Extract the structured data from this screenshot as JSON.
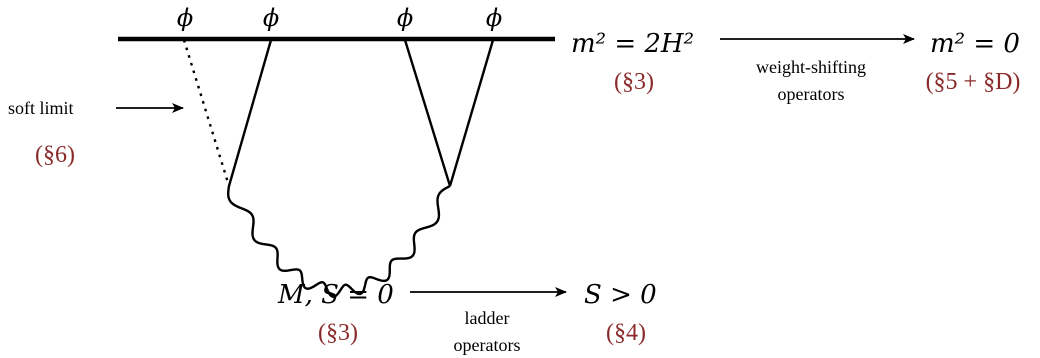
{
  "colors": {
    "ink": "#000000",
    "reference": "#8b2a2a"
  },
  "diagram": {
    "fields": [
      "ϕ",
      "ϕ",
      "ϕ",
      "ϕ"
    ],
    "external": {
      "mass_condition": "m² = 2H²",
      "mass_condition_ref": "(§3)",
      "massless_condition": "m² = 0",
      "massless_condition_ref": "(§5 + §D)",
      "weight_shifting_line1": "weight-shifting",
      "weight_shifting_line2": "operators"
    },
    "exchange": {
      "label": "M, S = 0",
      "label_ref": "(§3)",
      "spinning_label": "S > 0",
      "spinning_label_ref": "(§4)",
      "ladder_line1": "ladder",
      "ladder_line2": "operators"
    },
    "soft_limit": {
      "label": "soft limit",
      "ref": "(§6)"
    }
  }
}
